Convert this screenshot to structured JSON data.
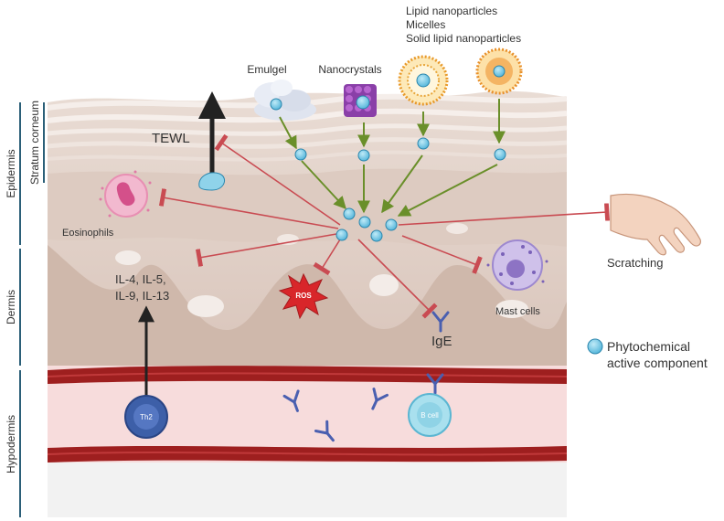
{
  "layers": {
    "epidermis": "Epidermis",
    "stratum_corneum": "Stratum corneum",
    "dermis": "Dermis",
    "hypodermis": "Hypodermis"
  },
  "formulations": {
    "emulgel": "Emulgel",
    "nanocrystals": "Nanocrystals",
    "lipid_nanoparticles": "Lipid nanoparticles",
    "micelles": "Micelles",
    "solid_lipid_nanoparticles": "Solid lipid nanoparticles"
  },
  "labels": {
    "tewl": "TEWL",
    "eosinophils": "Eosinophils",
    "il_line1": "IL-4, IL-5,",
    "il_line2": "IL-9, IL-13",
    "ros": "ROS",
    "ige": "IgE",
    "mast_cells": "Mast cells",
    "scratching": "Scratching",
    "th2": "Th2",
    "b_cell": "B cell"
  },
  "legend": {
    "line1": "Phytochemical",
    "line2": "active component"
  },
  "colors": {
    "active_component": "#5bbfe0",
    "promote_arrow": "#6a8f2a",
    "inhibit_line": "#c94b52",
    "blood_vessel": "#9e1f1f",
    "vessel_lumen": "#f7dcdc",
    "eosinophil": "#e88fb3",
    "mast_cell": "#b9a6dc",
    "antibody": "#4a5fb0",
    "th2_cell": "#3d5fa8",
    "b_cell": "#8fd3e6"
  }
}
